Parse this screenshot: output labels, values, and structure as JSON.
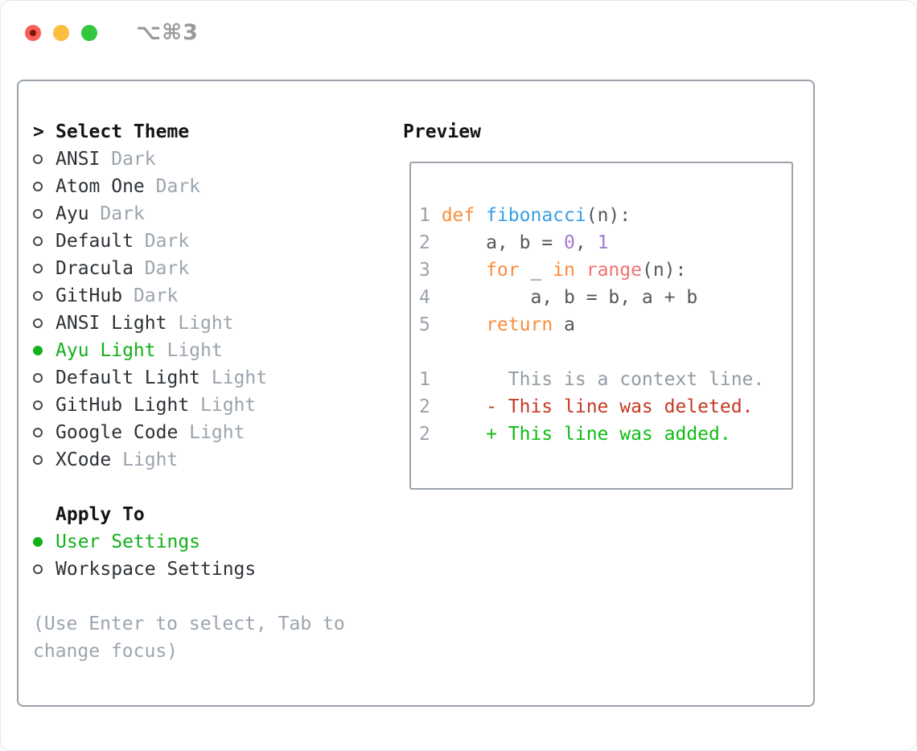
{
  "window": {
    "title": "⌥⌘3",
    "traffic_lights": [
      "close",
      "minimize",
      "zoom"
    ]
  },
  "theme_panel": {
    "header": {
      "prompt": ">",
      "label": "Select Theme"
    },
    "themes": [
      {
        "name": "ANSI",
        "variant": "Dark",
        "selected": false
      },
      {
        "name": "Atom One",
        "variant": "Dark",
        "selected": false
      },
      {
        "name": "Ayu",
        "variant": "Dark",
        "selected": false
      },
      {
        "name": "Default",
        "variant": "Dark",
        "selected": false
      },
      {
        "name": "Dracula",
        "variant": "Dark",
        "selected": false
      },
      {
        "name": "GitHub",
        "variant": "Dark",
        "selected": false
      },
      {
        "name": "ANSI Light",
        "variant": "Light",
        "selected": false
      },
      {
        "name": "Ayu Light",
        "variant": "Light",
        "selected": true
      },
      {
        "name": "Default Light",
        "variant": "Light",
        "selected": false
      },
      {
        "name": "GitHub Light",
        "variant": "Light",
        "selected": false
      },
      {
        "name": "Google Code",
        "variant": "Light",
        "selected": false
      },
      {
        "name": "XCode",
        "variant": "Light",
        "selected": false
      }
    ],
    "apply_to": {
      "label": "Apply To",
      "options": [
        {
          "name": "User Settings",
          "selected": true
        },
        {
          "name": "Workspace Settings",
          "selected": false
        }
      ]
    },
    "help_lines": [
      "(Use Enter to select, Tab to",
      "change focus)"
    ]
  },
  "preview": {
    "label": "Preview",
    "lines": [
      {
        "n": "1",
        "parts": [
          {
            "t": "def",
            "c": "kw"
          },
          {
            "t": " ",
            "c": "pl"
          },
          {
            "t": "fibonacci",
            "c": "fn"
          },
          {
            "t": "(n):",
            "c": "pl"
          }
        ]
      },
      {
        "n": "2",
        "parts": [
          {
            "t": "    a, b = ",
            "c": "pl"
          },
          {
            "t": "0",
            "c": "num"
          },
          {
            "t": ", ",
            "c": "pl"
          },
          {
            "t": "1",
            "c": "num"
          }
        ]
      },
      {
        "n": "3",
        "parts": [
          {
            "t": "    ",
            "c": "pl"
          },
          {
            "t": "for",
            "c": "kw"
          },
          {
            "t": " _ ",
            "c": "pl"
          },
          {
            "t": "in",
            "c": "kw"
          },
          {
            "t": " ",
            "c": "pl"
          },
          {
            "t": "range",
            "c": "call"
          },
          {
            "t": "(n):",
            "c": "pl"
          }
        ]
      },
      {
        "n": "4",
        "parts": [
          {
            "t": "        a, b = b, a + b",
            "c": "pl"
          }
        ]
      },
      {
        "n": "5",
        "parts": [
          {
            "t": "    ",
            "c": "pl"
          },
          {
            "t": "return",
            "c": "kw"
          },
          {
            "t": " a",
            "c": "pl"
          }
        ]
      },
      {
        "n": "",
        "parts": []
      },
      {
        "n": "1",
        "parts": [
          {
            "t": "      This is a context line.",
            "c": "ctx"
          }
        ]
      },
      {
        "n": "2",
        "parts": [
          {
            "t": "    - This line was deleted.",
            "c": "del"
          }
        ]
      },
      {
        "n": "2",
        "parts": [
          {
            "t": "    + This line was added.",
            "c": "add"
          }
        ]
      }
    ]
  },
  "colors": {
    "accent_green": "#12b11a",
    "added_green": "#0fbd14",
    "deleted_red": "#c43a24",
    "keyword_orange": "#fa8d3e",
    "function_blue": "#399ee6",
    "number_purple": "#a37acc",
    "builtin_coral": "#f07171",
    "code_plain": "#53585e",
    "context_gray": "#939ca4",
    "line_number_gray": "#99a2ac",
    "muted_gray": "#9ba4ae",
    "text_dark": "#2c3136",
    "header_black": "#121417",
    "border_gray": "#9aa2ab",
    "traffic_red": "#f85f57",
    "traffic_red_dot": "#7d1408",
    "traffic_yellow": "#fbbe3e",
    "traffic_green": "#33c73d",
    "title_gray": "#97999d"
  }
}
